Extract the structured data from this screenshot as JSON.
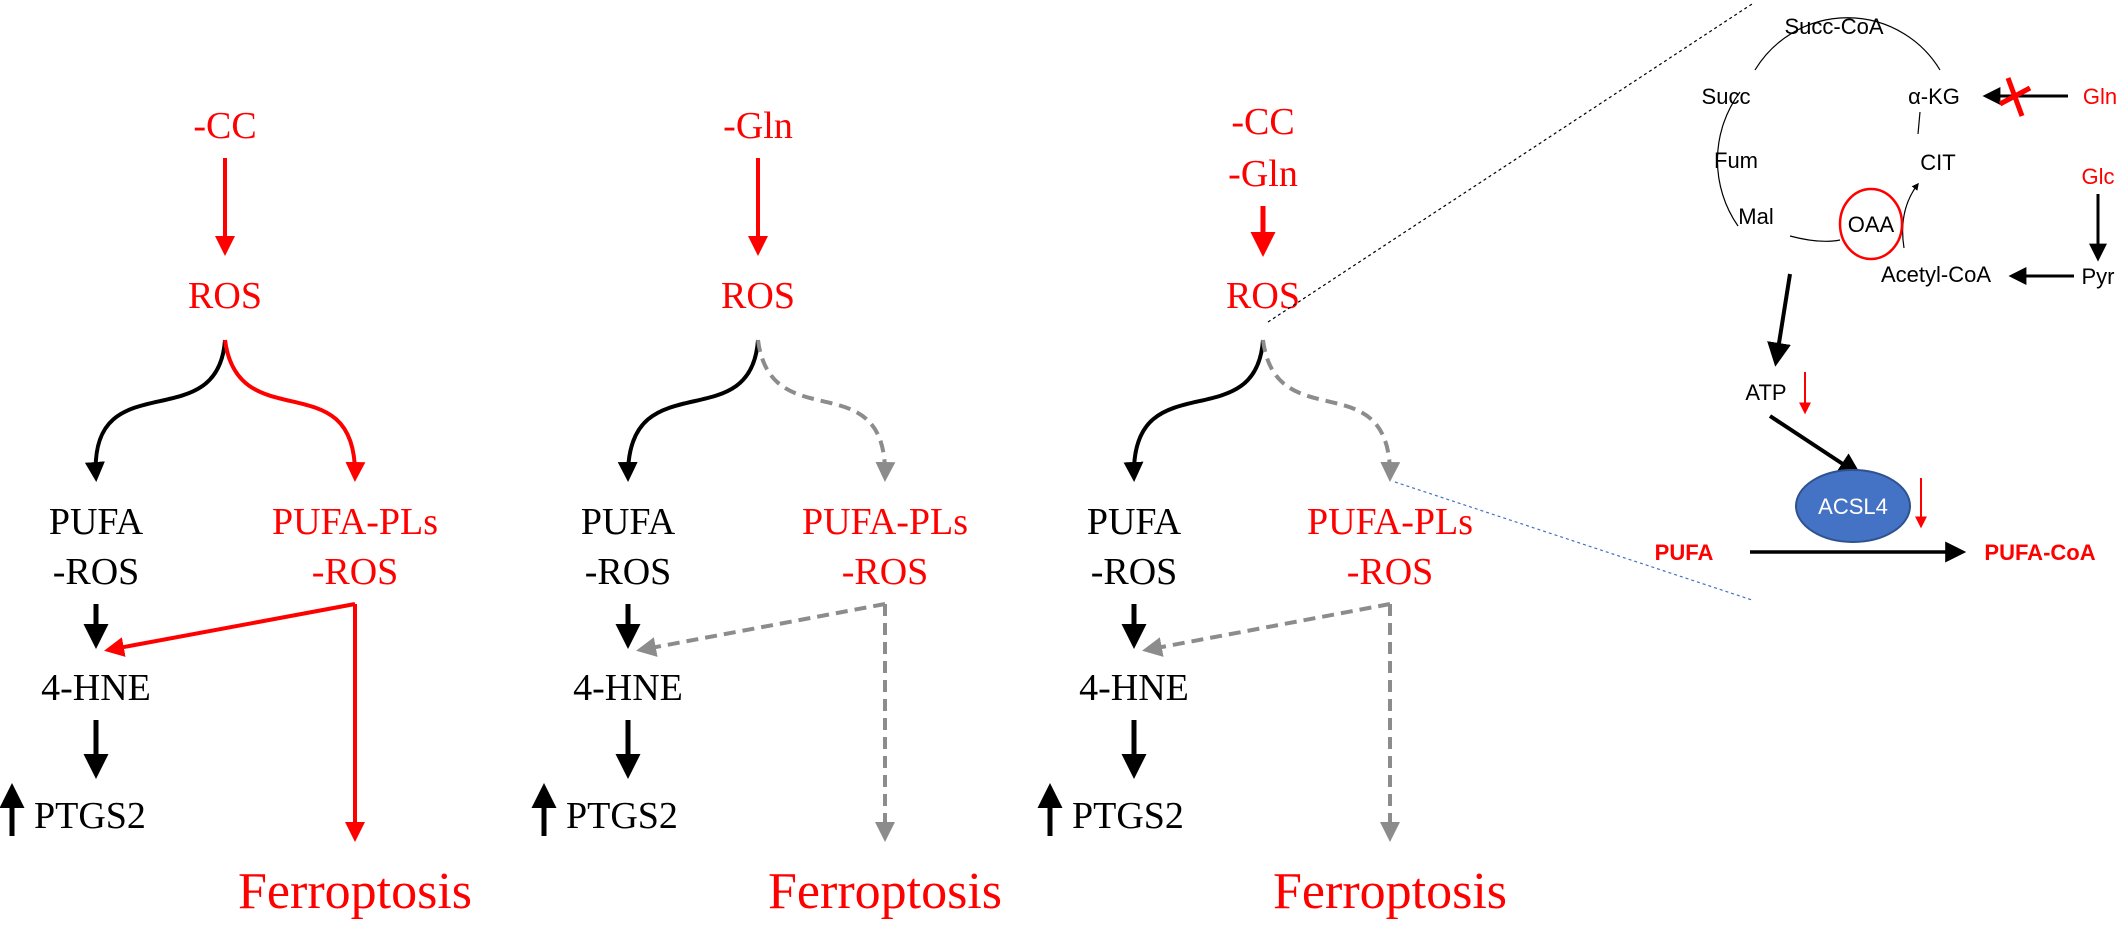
{
  "colors": {
    "red": "#ff0000",
    "black": "#000000",
    "gray": "#8c8c8c",
    "acsl4_fill": "#4472c4",
    "acsl4_stroke": "#2f528f",
    "zoom_line": "#000000",
    "zoom_line_blue": "#4472c4"
  },
  "panels": [
    {
      "treatment": [
        "-CC"
      ],
      "ros": "ROS",
      "pufa_ros": [
        "PUFA",
        "-ROS"
      ],
      "pufa_pls_ros": [
        "PUFA-PLs",
        "-ROS"
      ],
      "hne": "4-HNE",
      "ptgs2": "PTGS2",
      "outcome": "Ferroptosis",
      "pls_branch_style": "active"
    },
    {
      "treatment": [
        "-Gln"
      ],
      "ros": "ROS",
      "pufa_ros": [
        "PUFA",
        "-ROS"
      ],
      "pufa_pls_ros": [
        "PUFA-PLs",
        "-ROS"
      ],
      "hne": "4-HNE",
      "ptgs2": "PTGS2",
      "outcome": "Ferroptosis",
      "pls_branch_style": "inhibited"
    },
    {
      "treatment": [
        "-CC",
        "-Gln"
      ],
      "ros": "ROS",
      "pufa_ros": [
        "PUFA",
        "-ROS"
      ],
      "pufa_pls_ros": [
        "PUFA-PLs",
        "-ROS"
      ],
      "hne": "4-HNE",
      "ptgs2": "PTGS2",
      "outcome": "Ferroptosis",
      "pls_branch_style": "inhibited"
    }
  ],
  "inset": {
    "tca": {
      "succ_coa": "Succ-CoA",
      "akg": "α-KG",
      "succ": "Succ",
      "fum": "Fum",
      "cit": "CIT",
      "mal": "Mal",
      "oaa": "OAA",
      "acetyl_coa": "Acetyl-CoA"
    },
    "inputs": {
      "gln": "Gln",
      "glc": "Glc",
      "pyr": "Pyr"
    },
    "atp": "ATP",
    "acsl4": "ACSL4",
    "pufa": "PUFA",
    "pufa_coa": "PUFA-CoA"
  }
}
